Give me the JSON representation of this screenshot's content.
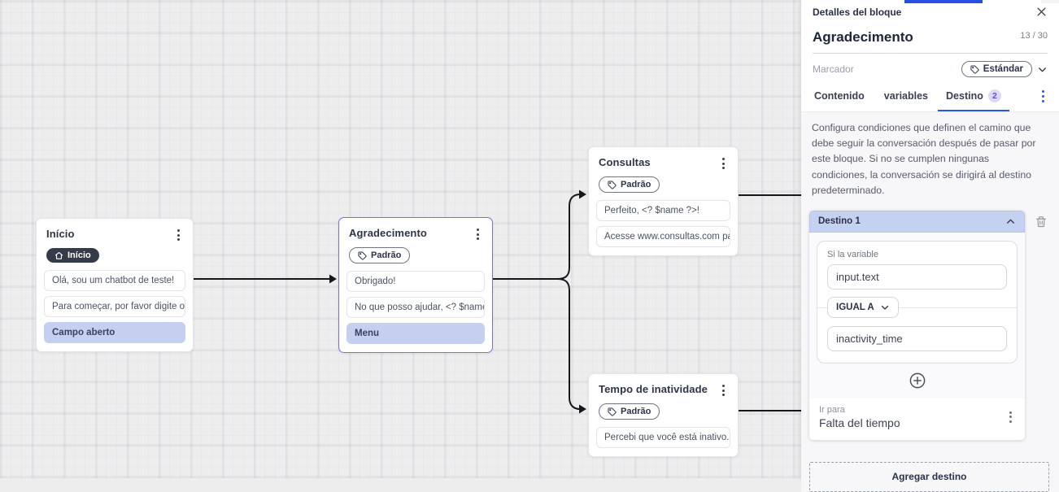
{
  "canvas": {
    "nodes": [
      {
        "title": "Início",
        "badge": {
          "label": "Início",
          "style": "dark",
          "icon": "home"
        },
        "selected": false,
        "items": [
          {
            "text": "Olá, sou um chatbot de teste!",
            "highlighted": false
          },
          {
            "text": "Para começar, por favor digite o ...",
            "highlighted": false
          },
          {
            "text": "Campo aberto",
            "highlighted": true
          }
        ]
      },
      {
        "title": "Agradecimento",
        "badge": {
          "label": "Padrão",
          "style": "outline",
          "icon": "tag"
        },
        "selected": true,
        "items": [
          {
            "text": "Obrigado!",
            "highlighted": false
          },
          {
            "text": "No que posso ajudar, <? $name ...",
            "highlighted": false
          },
          {
            "text": "Menu",
            "highlighted": true
          }
        ]
      },
      {
        "title": "Consultas",
        "badge": {
          "label": "Padrão",
          "style": "outline",
          "icon": "tag"
        },
        "selected": false,
        "items": [
          {
            "text": "Perfeito, <? $name ?>!",
            "highlighted": false
          },
          {
            "text": "Acesse www.consultas.com par...",
            "highlighted": false
          }
        ]
      },
      {
        "title": "Tempo de inatividade",
        "badge": {
          "label": "Padrão",
          "style": "outline",
          "icon": "tag"
        },
        "selected": false,
        "items": [
          {
            "text": "Percebi que você está inativo. C...",
            "highlighted": false
          }
        ]
      }
    ]
  },
  "panel": {
    "header": {
      "title": "Detalles del bloque"
    },
    "block_name": "Agradecimento",
    "char_counter": "13 / 30",
    "marker": {
      "label": "Marcador",
      "value": "Estándar"
    },
    "tabs": [
      {
        "label": "Contenido",
        "active": false
      },
      {
        "label": "variables",
        "active": false
      },
      {
        "label": "Destino",
        "badge": "2",
        "active": true
      }
    ],
    "description": "Configura condiciones que definen el camino que debe seguir la conversación después de pasar por este bloque. Si no se cumplen ningunas condiciones, la conversación se dirigirá al destino predeterminado.",
    "destination_card": {
      "title": "Destino 1",
      "condition_label": "Si la variable",
      "variable_value": "input.text",
      "operator_value": "IGUAL A",
      "comparison_value": "inactivity_time",
      "go_to_label": "Ir para",
      "go_to_value": "Falta del tiempo"
    },
    "add_destination_button": "Agregar destino"
  },
  "icons": [
    "kebab-menu",
    "home",
    "tag",
    "close",
    "chevron-down",
    "chevron-up",
    "trash",
    "plus-circle"
  ],
  "colors": {
    "accent_blue": "#2457e6",
    "selected_node_border": "#7b6cf0",
    "edge": "#17171b",
    "item_highlight": "#c5d0f1",
    "destino_header_bg": "#c5d1f0",
    "dark_badge_bg": "#353b49",
    "tab_badge_bg": "#ded9f8",
    "tab_badge_text": "#5b4fd6",
    "canvas_bg": "#ededee",
    "panel_content_bg": "#f7f7f9"
  }
}
